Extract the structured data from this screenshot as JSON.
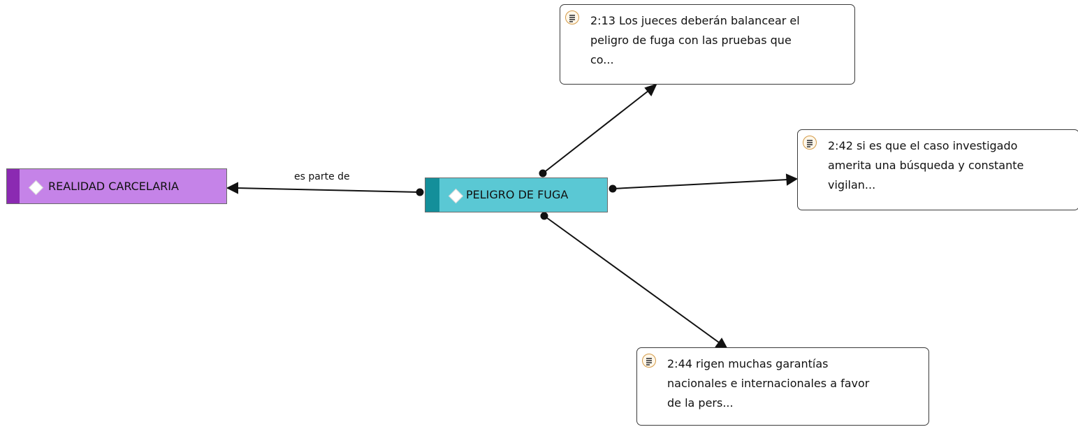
{
  "nodes": {
    "realidad": {
      "label": "REALIDAD CARCELARIA",
      "fill": "#c583e8",
      "stripe": "#8b2ab2"
    },
    "peligro": {
      "label": "PELIGRO DE FUGA",
      "fill": "#5ac8d4",
      "stripe": "#148f9a"
    }
  },
  "quotes": {
    "q213": {
      "lines": [
        "2:13 Los jueces deberán balancear el",
        "peligro de fuga con las pruebas que",
        "co..."
      ]
    },
    "q242": {
      "lines": [
        "2:42 si es que el caso investigado",
        "amerita una búsqueda y constante",
        "vigilan..."
      ]
    },
    "q244": {
      "lines": [
        "2:44 rigen muchas garantías",
        "nacionales e internacionales a favor",
        "de la pers..."
      ]
    }
  },
  "links": {
    "peligro_to_realidad": {
      "label": "es parte de"
    }
  },
  "icons": {
    "code": "diamond-icon",
    "quotation": "document-lines-icon"
  }
}
